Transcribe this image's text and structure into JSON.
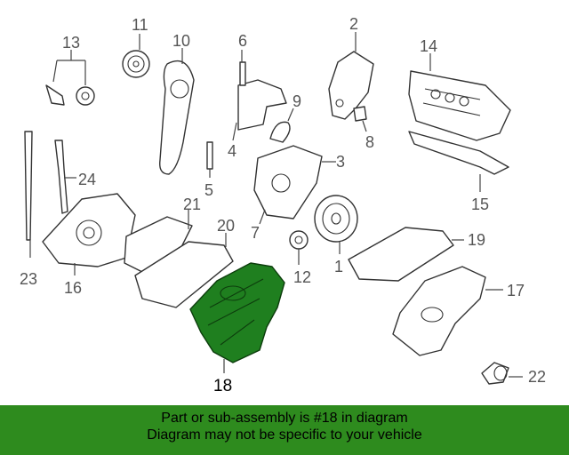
{
  "callouts": [
    "1",
    "2",
    "3",
    "4",
    "5",
    "6",
    "7",
    "8",
    "9",
    "10",
    "11",
    "12",
    "13",
    "14",
    "15",
    "16",
    "17",
    "18",
    "19",
    "20",
    "21",
    "22",
    "23",
    "24"
  ],
  "highlighted_part": "18",
  "banner": {
    "line1": "Part or sub-assembly is #18 in diagram",
    "line2": "Diagram may not be specific to your vehicle"
  },
  "colors": {
    "highlight": "#1f7f1f",
    "banner": "#2e8b1e"
  }
}
